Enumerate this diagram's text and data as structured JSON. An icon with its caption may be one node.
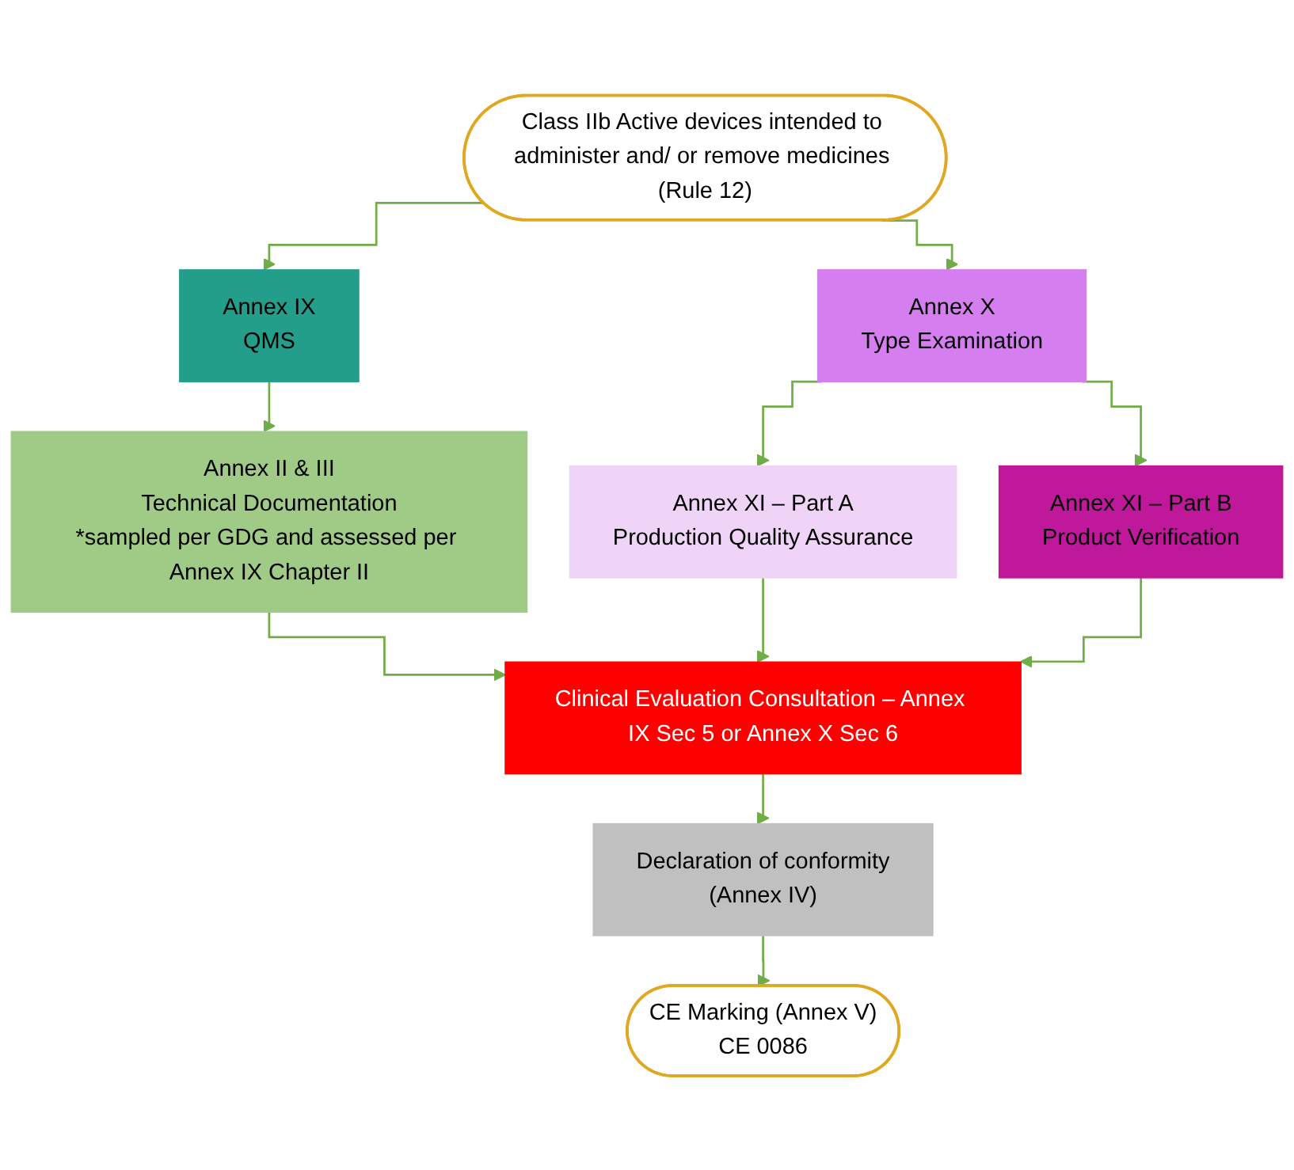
{
  "diagram": {
    "nodes": [
      {
        "text": [
          "Class IIb Active devices intended to administer and/ or remove medicines (Rule 12)"
        ]
      },
      {
        "text": [
          "Annex IX",
          "QMS"
        ]
      },
      {
        "text": [
          "Annex X",
          "Type Examination"
        ]
      },
      {
        "text": [
          "Annex II & III",
          "Technical Documentation",
          "*sampled per GDG and assessed per Annex IX Chapter II"
        ]
      },
      {
        "text": [
          "Annex XI – Part A",
          "Production Quality Assurance"
        ]
      },
      {
        "text": [
          "Annex XI – Part B",
          "Product Verification"
        ]
      },
      {
        "text": [
          "Clinical Evaluation Consultation – Annex IX Sec 5 or Annex X Sec 6"
        ]
      },
      {
        "text": [
          "Declaration of conformity",
          "(Annex IV)"
        ]
      },
      {
        "text": [
          "CE Marking (Annex V)",
          "CE 0086"
        ]
      }
    ],
    "edges": [
      {
        "from": 0,
        "to": 1,
        "arrow": "to"
      },
      {
        "from": 0,
        "to": 2,
        "arrow": "to"
      },
      {
        "from": 1,
        "to": 3,
        "arrow": "to"
      },
      {
        "from": 2,
        "to": 4,
        "arrow": "to"
      },
      {
        "from": 2,
        "to": 5,
        "arrow": "to"
      },
      {
        "from": 3,
        "to": 6,
        "arrow": "to"
      },
      {
        "from": 4,
        "to": 6,
        "arrow": "to"
      },
      {
        "from": 5,
        "to": 6,
        "arrow": "to"
      },
      {
        "from": 6,
        "to": 7,
        "arrow": "to"
      },
      {
        "from": 7,
        "to": 8,
        "arrow": "to"
      }
    ]
  }
}
